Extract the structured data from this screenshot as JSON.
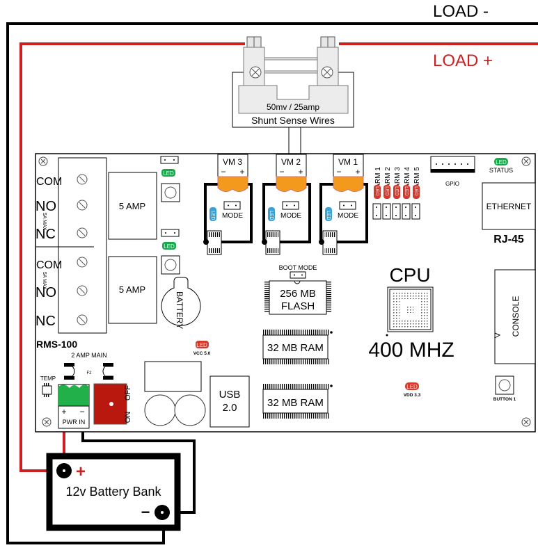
{
  "labels": {
    "load_minus": "LOAD -",
    "load_plus": "LOAD +",
    "shunt_rating": "50mv / 25amp",
    "shunt_sense": "Shunt Sense Wires",
    "board_model": "RMS-100",
    "battery_bank": "12v Battery Bank",
    "battery_plus": "+",
    "battery_minus": "−"
  },
  "relays": [
    {
      "com": "COM",
      "no": "NO",
      "nc": "NC",
      "max": "5A MAX",
      "rating": "5 AMP"
    },
    {
      "com": "COM",
      "no": "NO",
      "nc": "NC",
      "max": "5A MAX",
      "rating": "5 AMP"
    }
  ],
  "led_text": "LED",
  "voltmeters": [
    {
      "name": "VM  3",
      "minus": "−",
      "plus": "+",
      "mode": "MODE"
    },
    {
      "name": "VM  2",
      "minus": "−",
      "plus": "+",
      "mode": "MODE"
    },
    {
      "name": "VM  1",
      "minus": "−",
      "plus": "+",
      "mode": "MODE"
    }
  ],
  "alarms": [
    "ALARM 1",
    "ALARM 2",
    "ALARM 3",
    "ALARM 4",
    "ALARM 5"
  ],
  "gpio": "GPIO",
  "status": "STATUS",
  "ethernet": "ETHERNET",
  "rj45": "RJ-45",
  "boot_mode": "BOOT MODE",
  "flash": [
    "256  MB",
    "FLASH"
  ],
  "cpu": "CPU",
  "cpu_speed": "400 MHZ",
  "ram": [
    "32 MB RAM",
    "32 MB RAM"
  ],
  "console": "CONSOLE",
  "battery": "BATTERY",
  "vcc": "VCC 5.0",
  "vdd": "VDD 3.3",
  "button1": "BUTTON 1",
  "main_fuse": "2 AMP MAIN",
  "fuse_label": "F2",
  "temp": "TEMP",
  "pwr_in": "PWR IN",
  "pwr_plus": "+",
  "pwr_minus": "−",
  "switch_on": "ON",
  "switch_off": "OFF",
  "usb": [
    "USB",
    "2.0"
  ],
  "colors": {
    "wire_positive": "#cc1f1f",
    "wire_negative": "#000000",
    "terminal_orange": "#f39a1e",
    "terminal_green": "#21b04a",
    "switch_red": "#b8180d",
    "led_green": "#1aa84a",
    "led_red": "#d23a2e",
    "led_blue": "#3aa0d8"
  }
}
